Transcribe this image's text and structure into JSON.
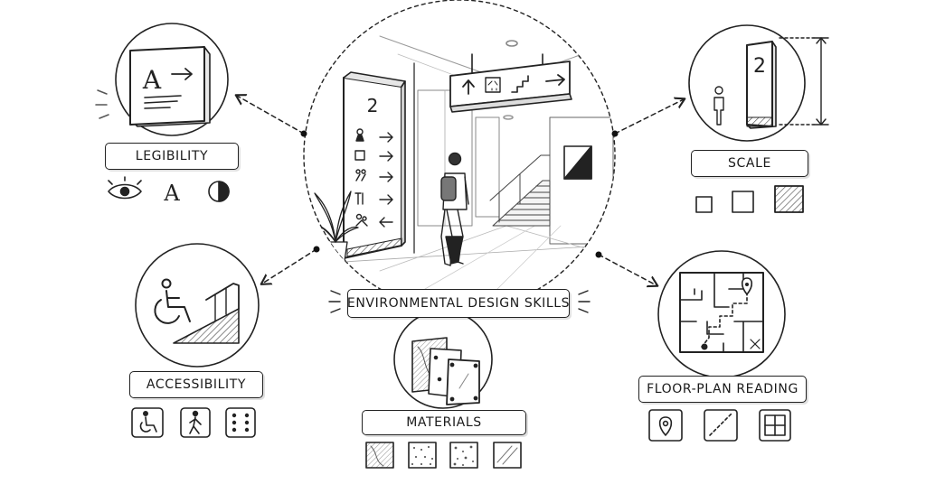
{
  "center": {
    "label": "ENVIRONMENTAL DESIGN SKILLS",
    "scene": {
      "pylon_number": "2",
      "overhead_sign_icons": [
        "up-arrow-icon",
        "elevator-icon",
        "stairs-icon",
        "right-arrow-icon"
      ],
      "pylon_rows": [
        "restroom-arrow-right",
        "elevator-arrow-right",
        "people-arrow-right",
        "dining-arrow-right",
        "family-arrow-left"
      ]
    }
  },
  "skills": {
    "legibility": {
      "label": "LEGIBILITY",
      "sample_text": "A",
      "icons": [
        "eye-icon",
        "letter-a-icon",
        "contrast-icon"
      ],
      "icon_text": "A"
    },
    "scale": {
      "label": "SCALE",
      "sign_number": "2",
      "icons": [
        "small-square-icon",
        "medium-square-icon",
        "large-hatched-square-icon"
      ]
    },
    "accessibility": {
      "label": "ACCESSIBILITY",
      "icons": [
        "wheelchair-icon",
        "walking-person-icon",
        "braille-dots-icon"
      ]
    },
    "materials": {
      "label": "MATERIALS",
      "icons": [
        "wood-texture-swatch",
        "dotted-texture-swatch",
        "speckled-texture-swatch",
        "glass-texture-swatch"
      ]
    },
    "floor_plan_reading": {
      "label": "FLOOR-PLAN READING",
      "icons": [
        "map-pin-icon",
        "path-route-icon",
        "grid-plan-icon"
      ]
    }
  }
}
